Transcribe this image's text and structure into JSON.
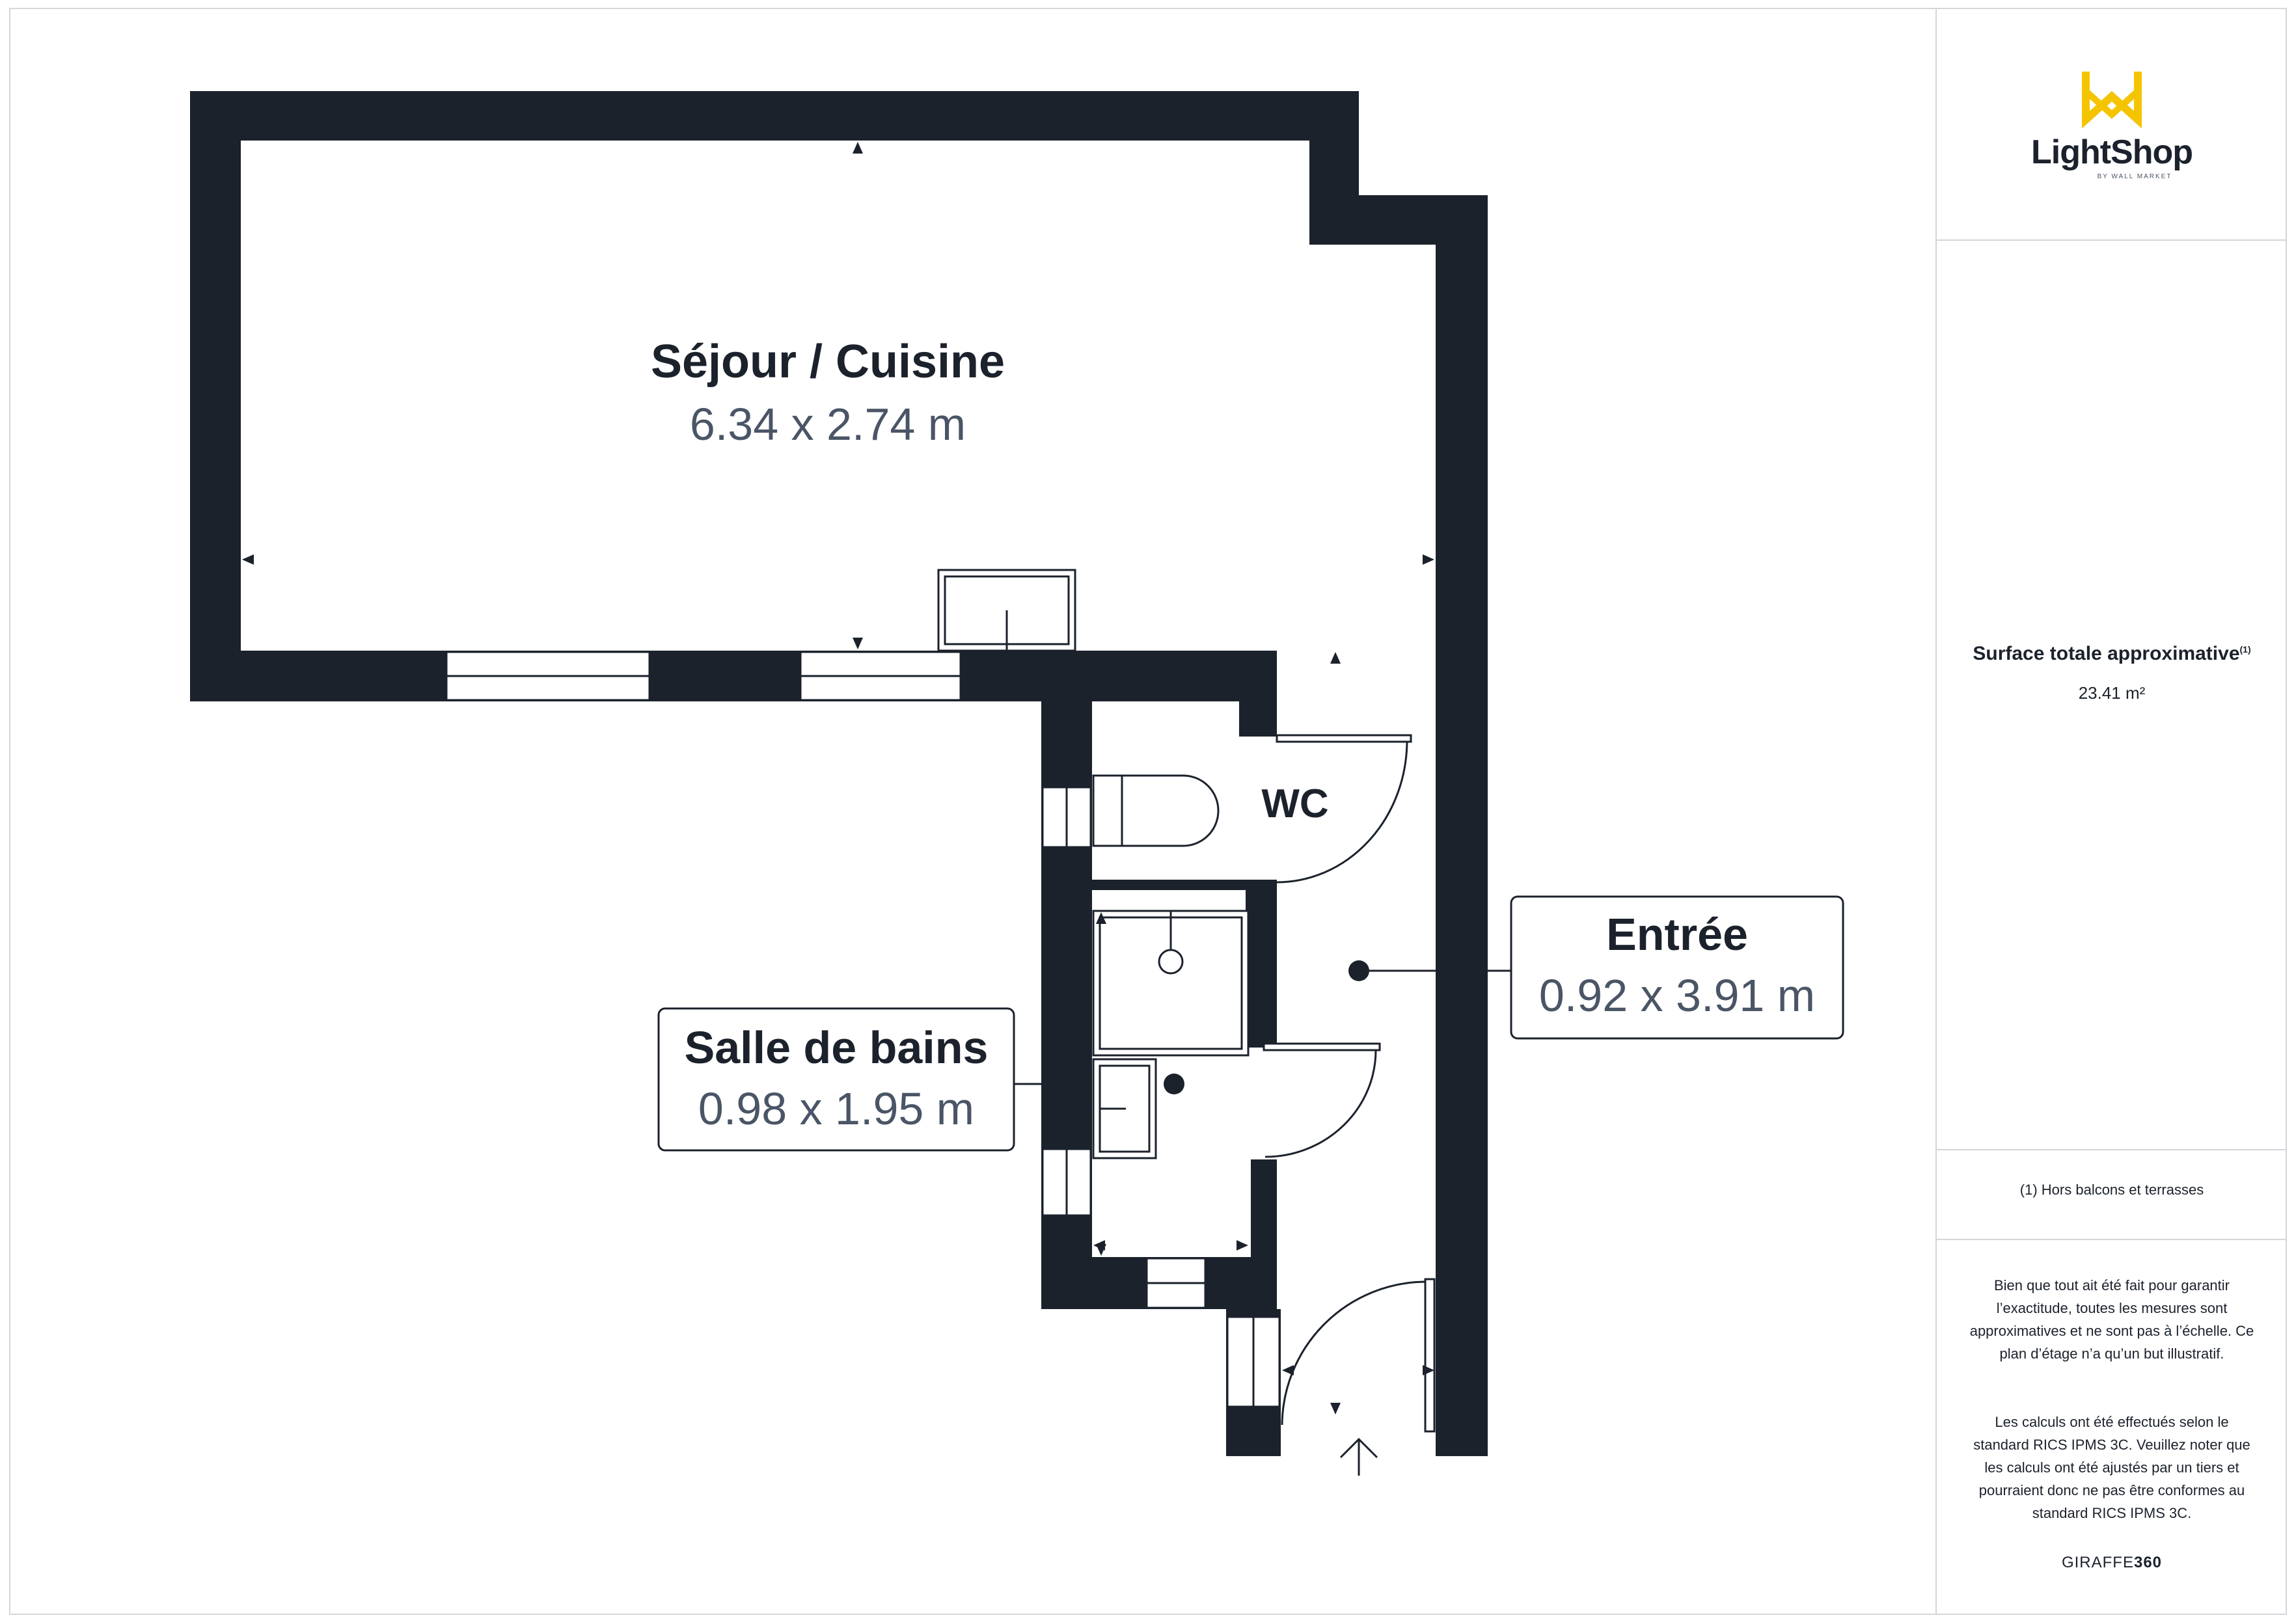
{
  "rooms": {
    "sejour": {
      "name": "Séjour / Cuisine",
      "dims": "6.34 x 2.74 m"
    },
    "wc": {
      "name": "WC"
    },
    "entree": {
      "name": "Entrée",
      "dims": "0.92 x 3.91 m"
    },
    "salle_de_bains": {
      "name": "Salle de bains",
      "dims": "0.98 x 1.95 m"
    }
  },
  "sidebar": {
    "logo": {
      "name": "LightShop",
      "sub": "BY WALL MARKET",
      "color": "#f5c400"
    },
    "surface_label": "Surface totale approximative",
    "surface_note_ref": "(1)",
    "surface_value": "23.41 m²",
    "footnote": "(1) Hors balcons et terrasses",
    "disclaimer_1": "Bien que tout ait été fait pour garantir l’exactitude, toutes les mesures sont approximatives et ne sont pas à l’échelle. Ce plan d’étage n’a qu’un but illustratif.",
    "disclaimer_2": "Les calculs ont été effectués selon le standard RICS IPMS 3C. Veuillez noter que les calculs ont été ajustés par un tiers et pourraient donc ne pas être conformes au standard RICS IPMS 3C.",
    "brand_prefix": "GIRAFFE",
    "brand_suffix": "360"
  },
  "colors": {
    "wall": "#1b222c",
    "dims_text": "#4a5566",
    "border": "#d3d6da"
  }
}
